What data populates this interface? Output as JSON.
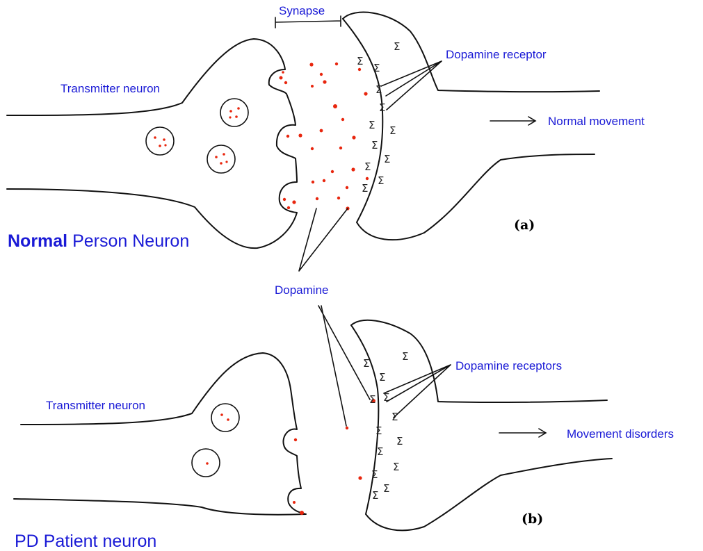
{
  "panel_a": {
    "synapse_label": "Synapse",
    "transmitter_label": "Transmitter neuron",
    "receptor_label": "Dopamine receptor",
    "result_label": "Normal movement",
    "title_strong": "Normal",
    "title_rest": " Person Neuron",
    "tag": "(a)"
  },
  "shared": {
    "dopamine_label": "Dopamine"
  },
  "panel_b": {
    "transmitter_label": "Transmitter neuron",
    "receptor_label": "Dopamine receptors",
    "result_label": "Movement disorders",
    "title": "PD Patient neuron",
    "tag": "(b)"
  },
  "colors": {
    "label": "#1a1ad6",
    "dopamine": "#e8260e",
    "outline": "#111111"
  },
  "receptor_symbol": "Σ"
}
